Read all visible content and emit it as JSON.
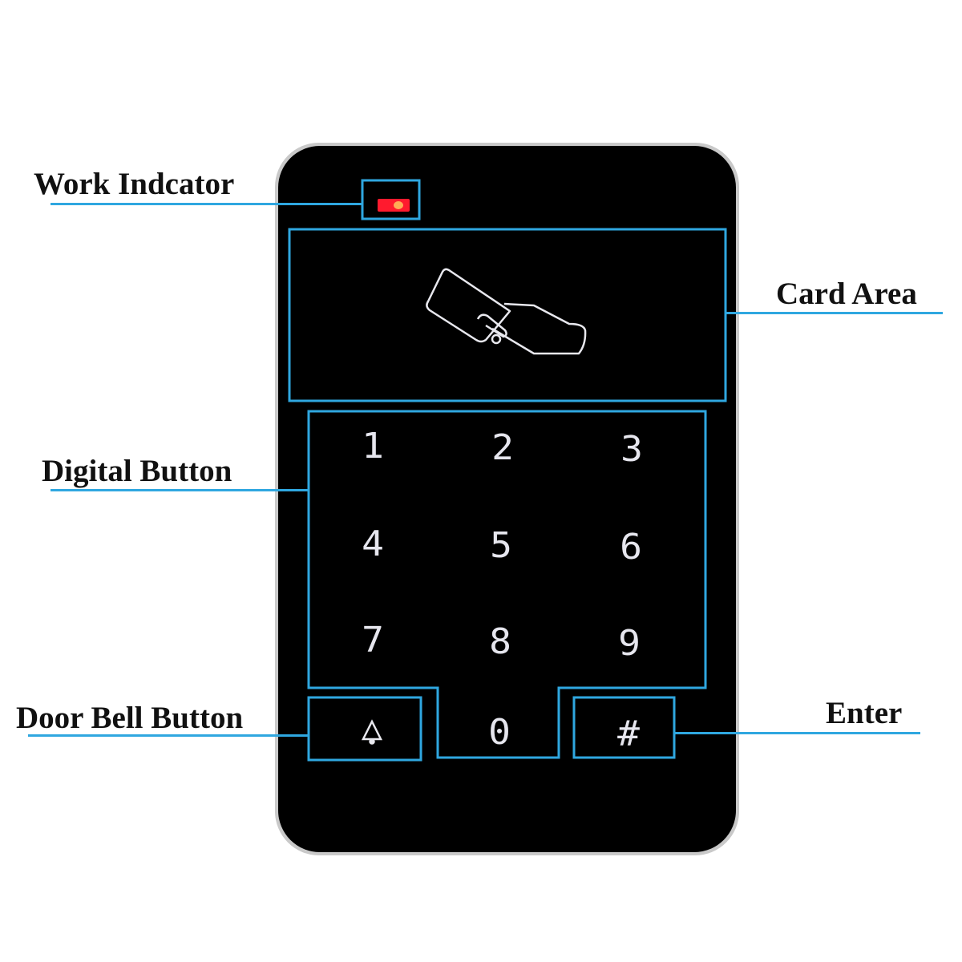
{
  "labels": {
    "work_indicator": "Work Indcator",
    "card_area": "Card Area",
    "digital_button": "Digital Button",
    "door_bell_button": "Door Bell Button",
    "enter": "Enter"
  },
  "keypad": {
    "digits": [
      "1",
      "2",
      "3",
      "4",
      "5",
      "6",
      "7",
      "8",
      "9"
    ],
    "zero": "0",
    "enter_key": "#",
    "bell_icon": "bell-icon"
  },
  "card_icon": "hand-holding-card-icon",
  "colors": {
    "callout_blue": "#2fa7e0",
    "device_body": "#000000",
    "led_red": "#ff1a2e",
    "key_glyph": "#e6e6ee"
  }
}
